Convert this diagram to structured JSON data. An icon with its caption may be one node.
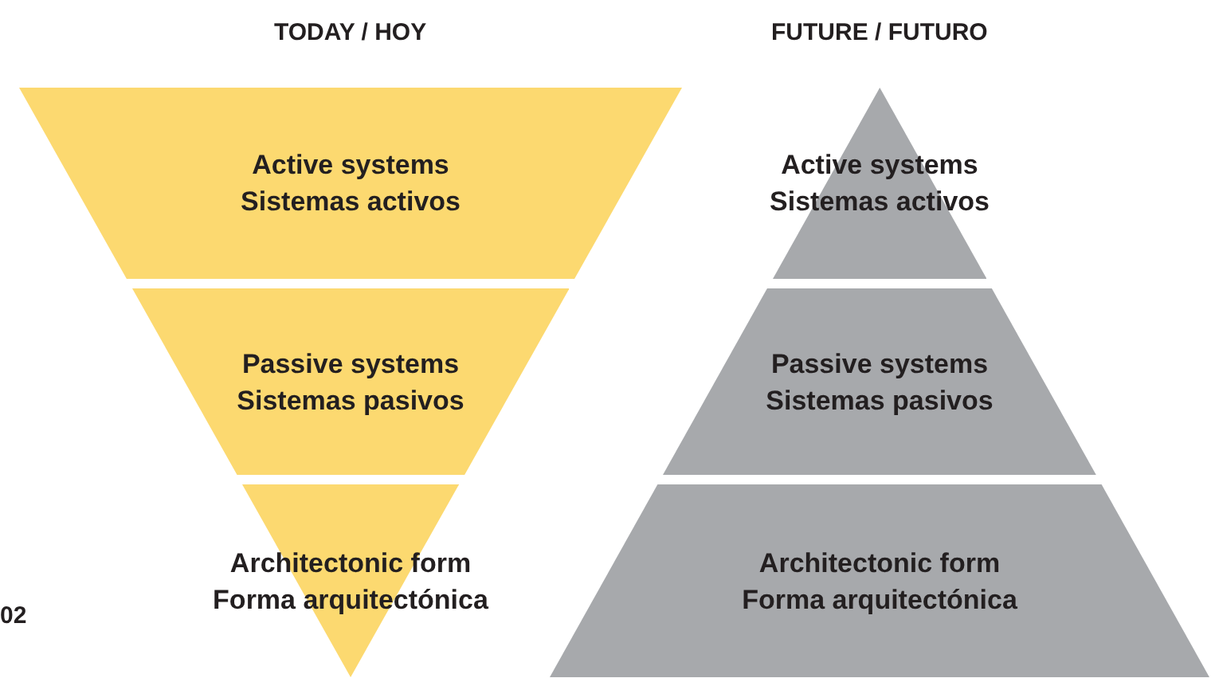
{
  "diagram": {
    "nodes": [
      {
        "text": [
          "Active systems",
          "Sistemas activos"
        ]
      },
      {
        "text": [
          "Passive systems",
          "Sistemas pasivos"
        ]
      },
      {
        "text": [
          "Architectonic form",
          "Forma arquitectónica"
        ]
      },
      {
        "text": [
          "Active systems",
          "Sistemas activos"
        ]
      },
      {
        "text": [
          "Passive systems",
          "Sistemas pasivos"
        ]
      },
      {
        "text": [
          "Architectonic form",
          "Forma arquitectónica"
        ]
      }
    ],
    "labels": [
      "TODAY / HOY",
      "FUTURE / FUTURO",
      "02"
    ]
  }
}
